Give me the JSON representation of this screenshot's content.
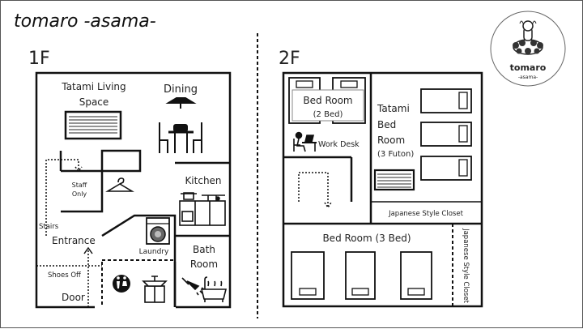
{
  "header": {
    "title": "tomaro -asama-"
  },
  "logo": {
    "main": "tomaro",
    "sub": "-asama-"
  },
  "floor1": {
    "label": "1F",
    "rooms": {
      "tatami_living": [
        "Tatami Living",
        "Space"
      ],
      "dining": "Dining",
      "staff_only": [
        "Staff",
        "Only"
      ],
      "kitchen": "Kitchen",
      "stairs": "Stairs",
      "entrance": "Entrance",
      "laundry": "Laundry",
      "bath_room": [
        "Bath",
        "Room"
      ],
      "shoes_off": "Shoes Off",
      "door": "Door"
    }
  },
  "floor2": {
    "label": "2F",
    "rooms": {
      "bed_room_2": [
        "Bed Room",
        "(2 Bed)"
      ],
      "work_desk": "Work Desk",
      "tatami_bed_room": [
        "Tatami",
        "Bed",
        "Room",
        "(3 Futon)"
      ],
      "japanese_closet_h": "Japanese Style Closet",
      "bed_room_3": "Bed Room (3 Bed)",
      "japanese_closet_v": "Japanese Style Closet"
    }
  },
  "icons": {
    "tv": "tv-icon",
    "dining_set": "dining-table-icon",
    "hanger": "hanger-icon",
    "stove": "kitchen-stove-icon",
    "washer": "washing-machine-icon",
    "toilet": "restroom-icon",
    "sink": "sink-icon",
    "shower": "shower-icon",
    "bathtub": "bathtub-icon",
    "desk": "work-desk-icon",
    "bed": "bed-icon",
    "futon": "futon-icon",
    "mascot": "onsen-mascot-icon"
  }
}
